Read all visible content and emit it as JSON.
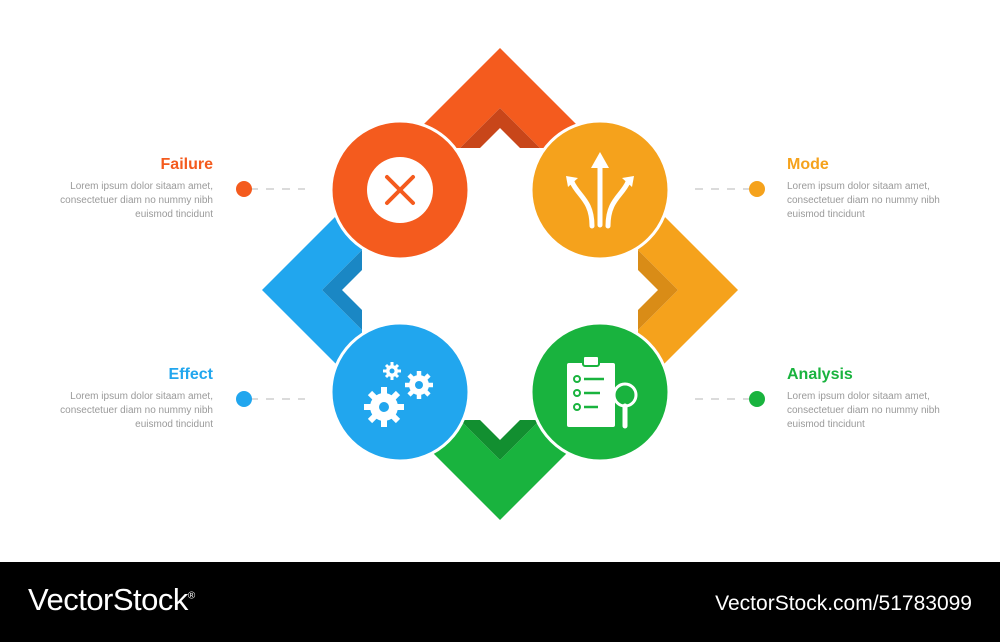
{
  "colors": {
    "failure": "#F45B1E",
    "mode": "#F5A21C",
    "effect": "#21A6EE",
    "analysis": "#19B33E",
    "description_text": "#9A9A9A",
    "connector": "#CFCFCF"
  },
  "steps": {
    "failure": {
      "title": "Failure",
      "description": "Lorem ipsum dolor sitaam amet, consectetuer diam no nummy nibh euismod tincidunt",
      "icon": "close-x-icon"
    },
    "mode": {
      "title": "Mode",
      "description": "Lorem ipsum dolor sitaam amet, consectetuer diam no nummy nibh euismod tincidunt",
      "icon": "split-arrows-icon"
    },
    "effect": {
      "title": "Effect",
      "description": "Lorem ipsum dolor sitaam amet, consectetuer diam no nummy nibh euismod tincidunt",
      "icon": "gears-icon"
    },
    "analysis": {
      "title": "Analysis",
      "description": "Lorem ipsum dolor sitaam amet, consectetuer diam no nummy nibh euismod tincidunt",
      "icon": "clipboard-magnifier-icon"
    }
  },
  "footer": {
    "brand": "VectorStock",
    "registered_mark": "®",
    "image_id": "VectorStock.com/51783099"
  }
}
